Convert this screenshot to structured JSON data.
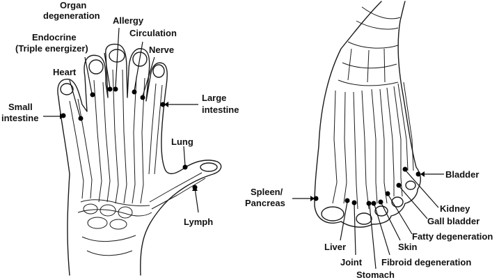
{
  "colors": {
    "ink": "#111111",
    "background": "#ffffff"
  },
  "hand_labels": {
    "organ_degeneration_1": "Organ",
    "organ_degeneration_2": "degeneration",
    "allergy": "Allergy",
    "circulation": "Circulation",
    "endocrine_1": "Endocrine",
    "endocrine_2": "(Triple energizer)",
    "nerve": "Nerve",
    "heart": "Heart",
    "small_intestine_1": "Small",
    "small_intestine_2": "intestine",
    "large_intestine_1": "Large",
    "large_intestine_2": "intestine",
    "lung": "Lung",
    "lymph": "Lymph"
  },
  "foot_labels": {
    "bladder": "Bladder",
    "spleen_1": "Spleen/",
    "spleen_2": "Pancreas",
    "kidney": "Kidney",
    "gall_bladder": "Gall bladder",
    "fatty_degeneration": "Fatty degeneration",
    "liver": "Liver",
    "skin": "Skin",
    "joint": "Joint",
    "fibroid_degeneration": "Fibroid degeneration",
    "stomach": "Stomach"
  }
}
